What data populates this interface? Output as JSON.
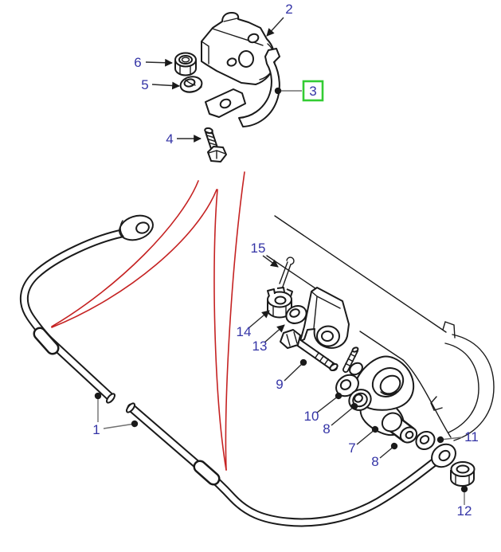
{
  "figure": {
    "background_color": "#ffffff",
    "drawing_line_color": "#1a1a1a",
    "leader_line_color": "#707070",
    "position_marker_color": "#c52222",
    "callout_text_color": "#3434a6",
    "highlight_box_color": "#33cc33",
    "selected_callout": "3"
  },
  "callouts": {
    "c1": "1",
    "c2": "2",
    "c3": "3",
    "c4": "4",
    "c5": "5",
    "c6": "6",
    "c7": "7",
    "c8a": "8",
    "c8b": "8",
    "c9": "9",
    "c10": "10",
    "c11": "11",
    "c12": "12",
    "c13": "13",
    "c14": "14",
    "c15": "15"
  }
}
